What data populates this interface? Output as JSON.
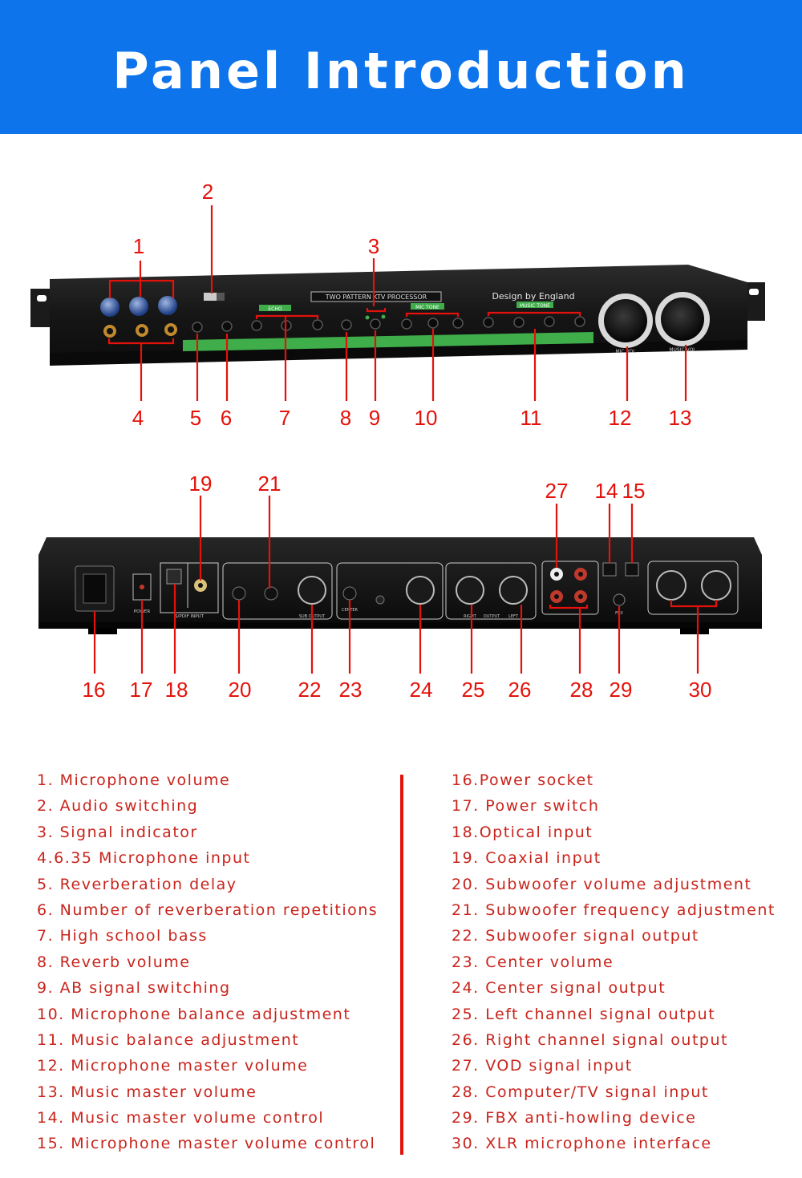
{
  "banner": {
    "title": "Panel Introduction",
    "color": "#0d74ec"
  },
  "front_panel": {
    "model_text": "TWO PATTERN KTV PROCESSOR",
    "brand_text": "Design by England",
    "group_echo": "ECHO",
    "group_mic_tone": "MIC TONE",
    "group_music_tone": "MUSIC TONE",
    "knob_mic_vol": "MIC VOL",
    "knob_music_vol": "MUSIC VOL"
  },
  "rear_panel": {
    "power_label": "POWER",
    "spdif_label": "S/PDIF INPUT",
    "sub_out": "SUB OUTPUT",
    "center_label": "CENTER",
    "output_label": "OUTPUT",
    "right_label": "RIGHT",
    "left_label": "LEFT",
    "fbx_label": "FBX"
  },
  "callouts": {
    "front": [
      "1",
      "2",
      "3",
      "4",
      "5",
      "6",
      "7",
      "8",
      "9",
      "10",
      "11",
      "12",
      "13"
    ],
    "rear": [
      "19",
      "21",
      "27",
      "14",
      "15",
      "16",
      "17",
      "18",
      "20",
      "22",
      "23",
      "24",
      "25",
      "26",
      "28",
      "29",
      "30"
    ]
  },
  "legend_left": [
    "1. Microphone volume",
    "2. Audio switching",
    "3. Signal indicator",
    "4.6.35 Microphone input",
    "5. Reverberation delay",
    "6. Number of reverberation repetitions",
    "7. High school bass",
    "8. Reverb volume",
    "9. AB signal switching",
    "10. Microphone balance adjustment",
    "11. Music balance adjustment",
    "12. Microphone master volume",
    "13. Music master volume",
    "14. Music master volume control",
    "15. Microphone master volume control"
  ],
  "legend_right": [
    "16.Power socket",
    "17. Power switch",
    "18.Optical input",
    "19. Coaxial input",
    "20. Subwoofer volume adjustment",
    "21. Subwoofer frequency adjustment",
    "22. Subwoofer signal output",
    "23. Center volume",
    "24. Center signal output",
    "25. Left channel signal output",
    "26. Right channel signal output",
    "27. VOD signal input",
    "28. Computer/TV signal input",
    "29. FBX anti-howling device",
    "30. XLR microphone interface"
  ],
  "colors": {
    "accent_red": "#e3120b",
    "text_red": "#c8241c",
    "panel": "#1a1a1a",
    "pcb_green": "#3fae4a"
  }
}
